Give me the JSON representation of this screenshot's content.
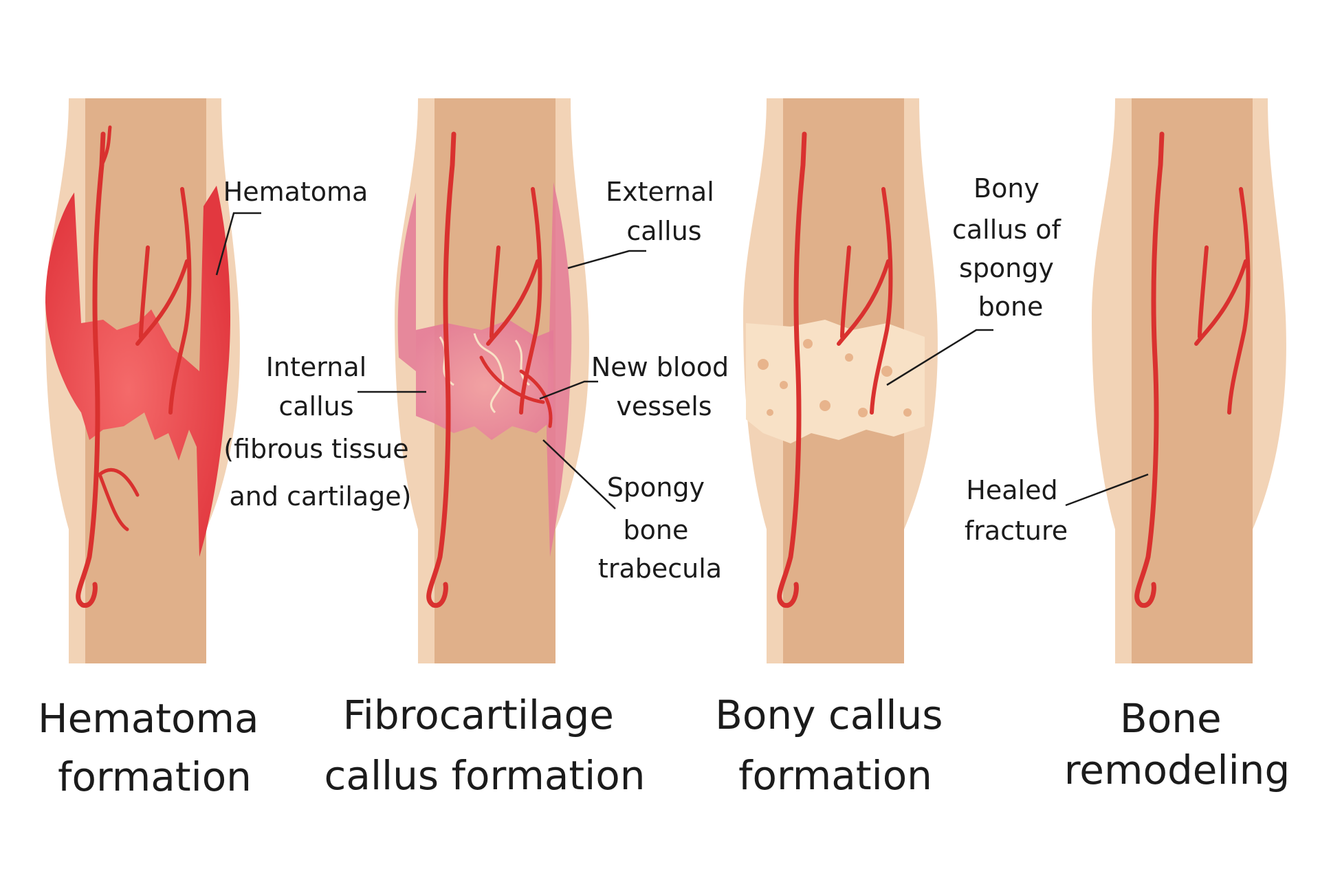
{
  "colors": {
    "bone_outer": "#f2d3b6",
    "bone_shaft": "#e0b08a",
    "bone_edge": "#eec4a0",
    "hematoma": "#e2383f",
    "hematoma_light": "#f46a6a",
    "fibrocartilage": "#e47a97",
    "fibrocartilage_light": "#f3a0a5",
    "spongy_bone": "#f8e1c6",
    "vessel": "#d9312f",
    "label_text": "#1b1b1b"
  },
  "stages": [
    {
      "title_line1": "Hematoma",
      "title_line2": "formation",
      "annotations": [
        {
          "lines": [
            "Hematoma"
          ]
        }
      ]
    },
    {
      "title_line1": "Fibrocartilage",
      "title_line2": "callus formation",
      "annotations": [
        {
          "lines": [
            "External",
            "callus"
          ]
        },
        {
          "lines": [
            "Internal",
            "callus",
            "(fibrous tissue",
            "and cartilage)"
          ]
        },
        {
          "lines": [
            "New blood",
            "vessels"
          ]
        },
        {
          "lines": [
            "Spongy",
            "bone",
            "trabecula"
          ]
        }
      ]
    },
    {
      "title_line1": "Bony callus",
      "title_line2": "formation",
      "annotations": [
        {
          "lines": [
            "Bony",
            "callus of",
            "spongy",
            "bone"
          ]
        }
      ]
    },
    {
      "title_line1": "Bone",
      "title_line2": "remodeling",
      "annotations": [
        {
          "lines": [
            "Healed",
            "fracture"
          ]
        }
      ]
    }
  ]
}
